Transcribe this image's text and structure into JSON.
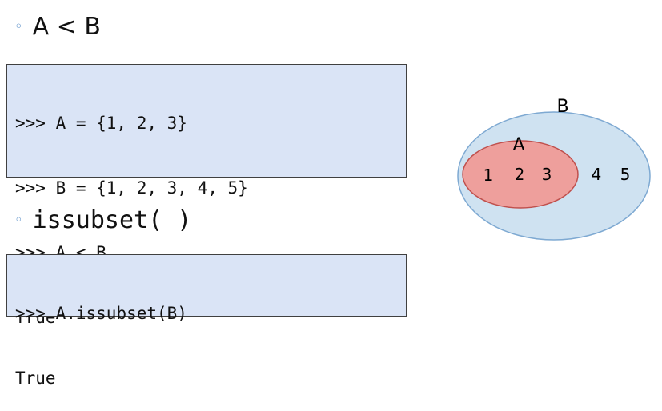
{
  "section1": {
    "heading": "A < B",
    "code": [
      ">>> A = {1, 2, 3}",
      ">>> B = {1, 2, 3, 4, 5}",
      ">>> A < B",
      "True"
    ]
  },
  "section2": {
    "heading": "issubset( )",
    "code": [
      ">>> A.issubset(B)",
      "True"
    ]
  },
  "diagram": {
    "outer_label": "B",
    "inner_label": "A",
    "inner_elements": [
      "1",
      "2",
      "3"
    ],
    "outer_elements": [
      "4",
      "5"
    ],
    "outer_fill": "#cfe2f1",
    "outer_stroke": "#7ea9d2",
    "inner_fill": "#ee9f9c",
    "inner_stroke": "#c0504d"
  }
}
